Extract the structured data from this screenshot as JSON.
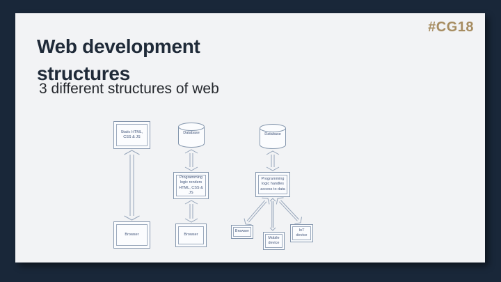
{
  "slide": {
    "hashtag": "#CG18",
    "title": "Web development structures",
    "subtitle": "3 different structures of web"
  },
  "diagram": {
    "structures": [
      {
        "name": "static-site",
        "top_box": "Static HTML, CSS & JS",
        "bottom_box": "Browser"
      },
      {
        "name": "server-rendered",
        "database": "Database",
        "logic_box": "Programming logic renders HTML, CSS & JS",
        "bottom_box": "Browser"
      },
      {
        "name": "api-backend",
        "database": "Database",
        "logic_box": "Programming logic handles access to data",
        "clients": [
          "Browser",
          "Mobile device",
          "IoT device"
        ]
      }
    ]
  },
  "colors": {
    "frame": "#192739",
    "slide_bg": "#f2f3f5",
    "accent_gold": "#a68c60",
    "diagram_line": "#8496ad"
  }
}
